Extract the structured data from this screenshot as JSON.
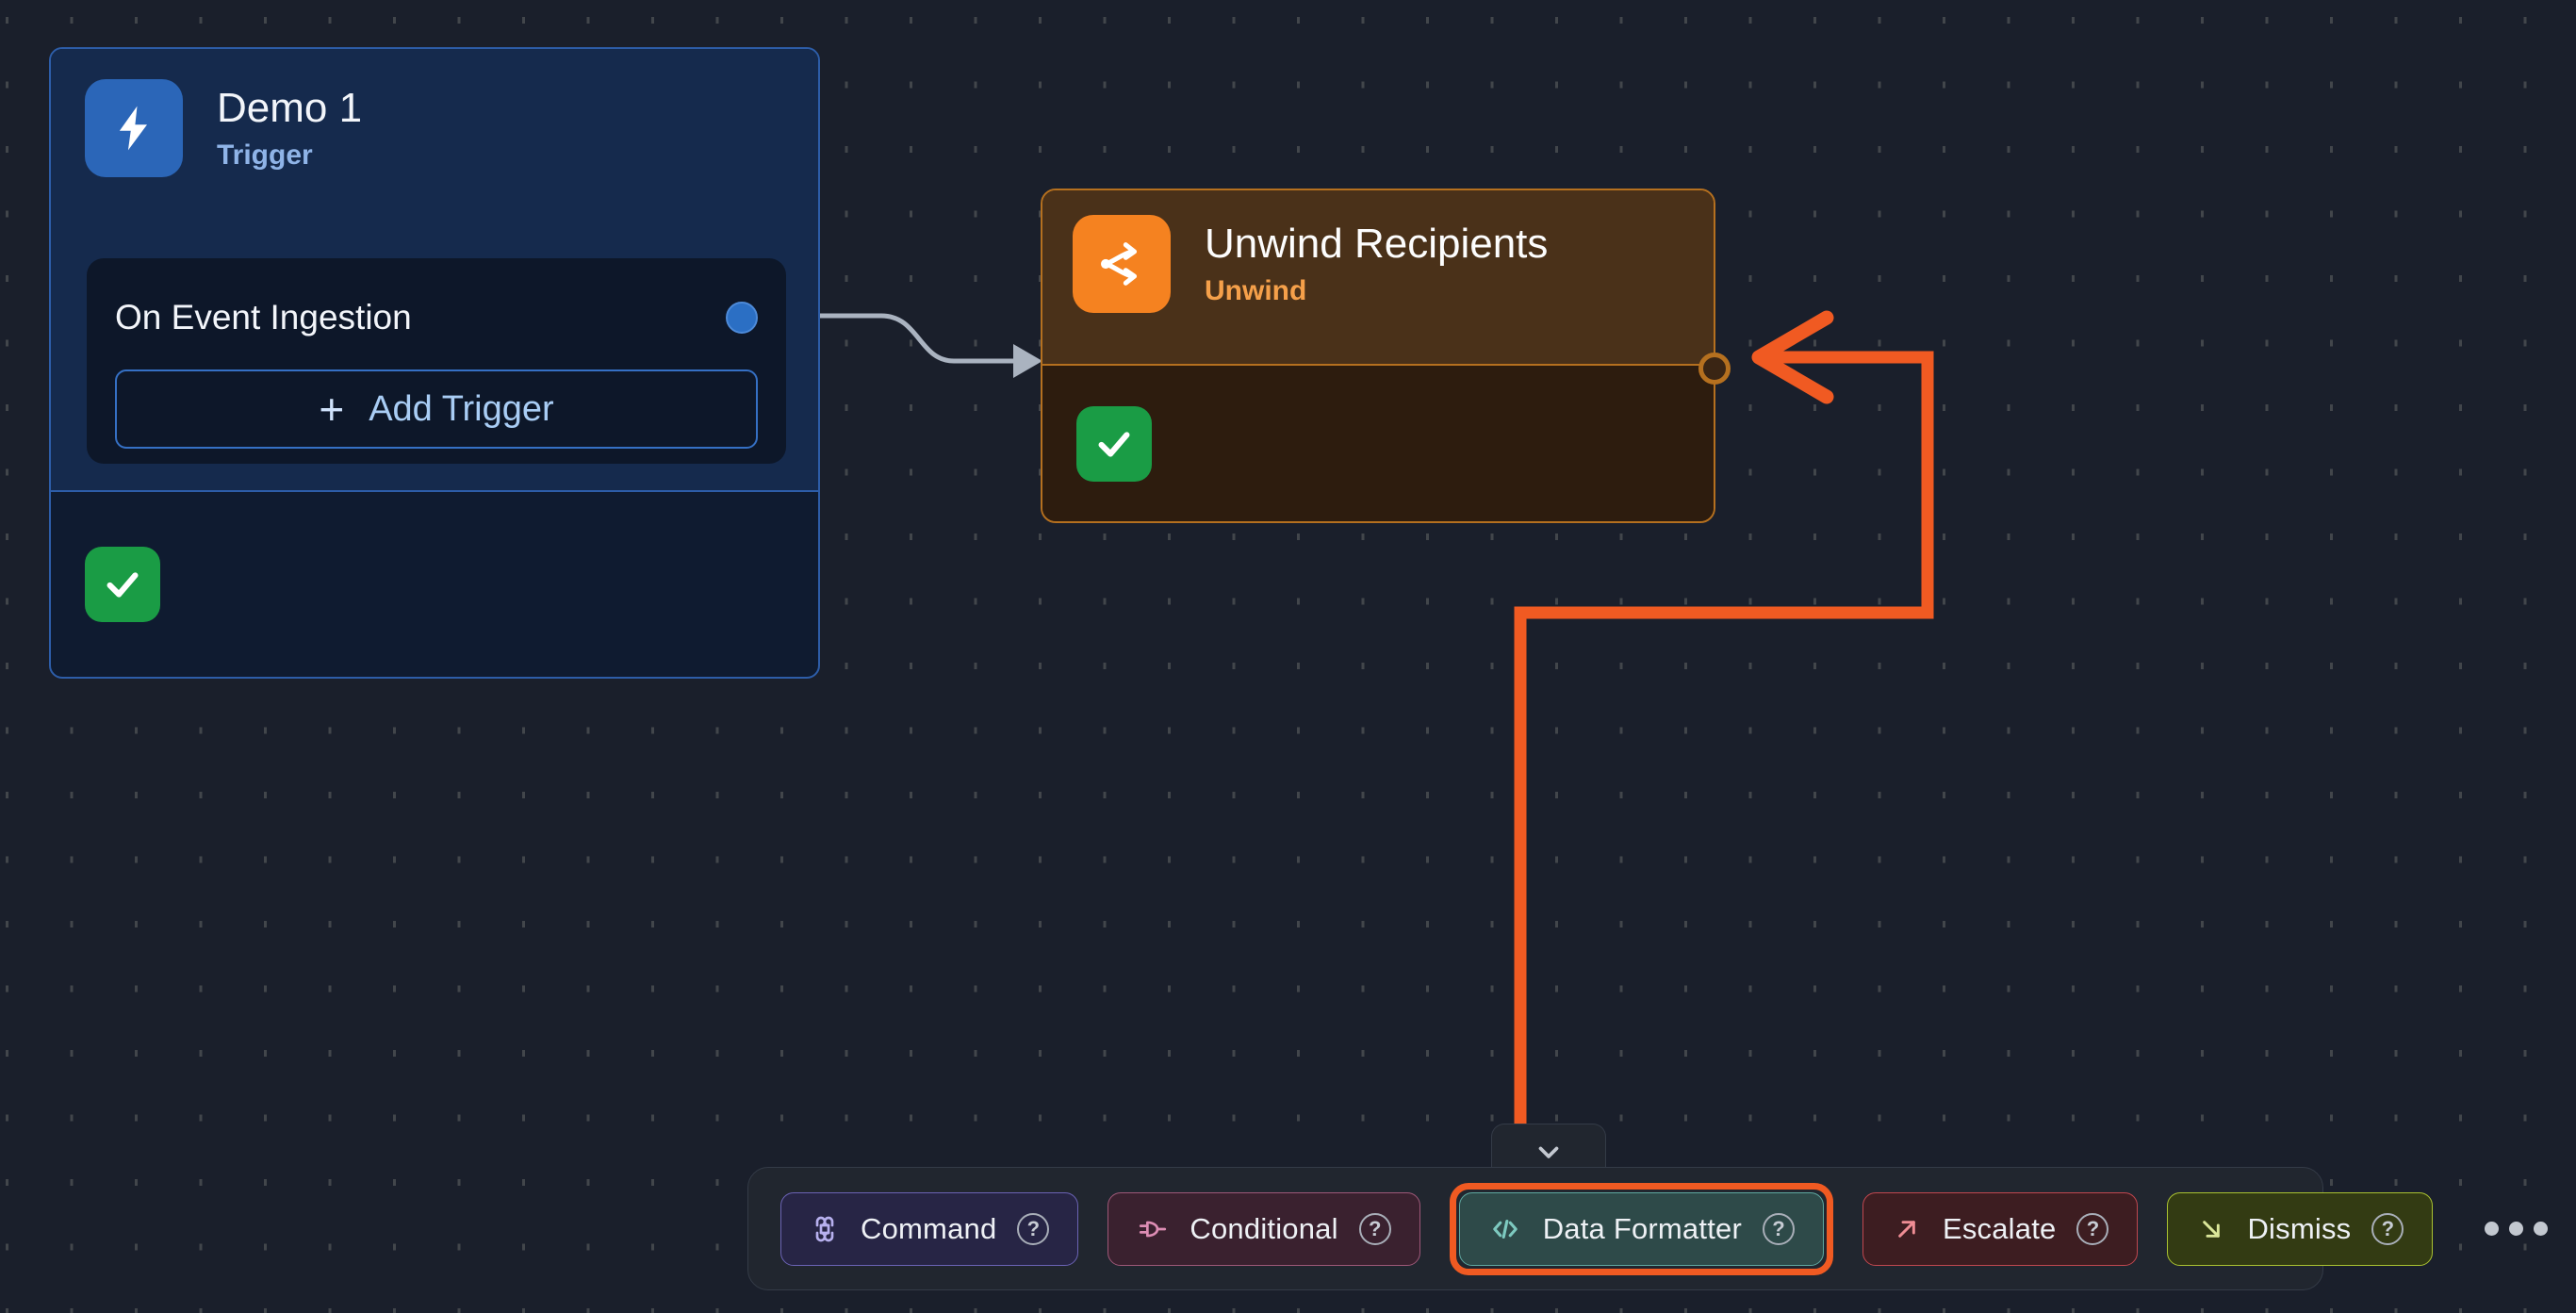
{
  "canvas": {
    "background_color": "#1a1f2b",
    "grid": "dot-grid"
  },
  "nodes": [
    {
      "id": "trigger",
      "title": "Demo 1",
      "subtitle": "Trigger",
      "icon": "lightning-bolt-icon",
      "accent_color": "#2b66b8",
      "border_color": "#2d5da8",
      "body": {
        "row_label": "On Event Ingestion",
        "add_button_label": "Add Trigger",
        "add_button_plus": "+"
      },
      "status": {
        "icon": "check-icon",
        "color": "#1a9c45"
      },
      "output_handle": {
        "name": "output-handle",
        "color": "#2b6fc4"
      }
    },
    {
      "id": "unwind",
      "title": "Unwind Recipients",
      "subtitle": "Unwind",
      "icon": "unwind-branch-icon",
      "accent_color": "#f58220",
      "border_color": "#b5701f",
      "status": {
        "icon": "check-icon",
        "color": "#1a9c45"
      },
      "input_handle": {
        "name": "input-handle",
        "color": "#b5701f"
      }
    }
  ],
  "edges": [
    {
      "name": "trigger-to-unwind-edge",
      "color": "#aab3c0",
      "style": "curved",
      "arrow": "arrowhead-grey"
    },
    {
      "name": "toolbar-to-unwind-edge",
      "color": "#f05a22",
      "style": "orthogonal",
      "arrow": "arrowhead-orange"
    }
  ],
  "toolbar": {
    "collapse_tab": {
      "icon": "chevron-down-icon"
    },
    "buttons": [
      {
        "id": "command",
        "label": "Command",
        "icon": "command-key-icon",
        "icon_glyph": "⌘",
        "help_glyph": "?",
        "background": "#272545",
        "border": "#6b63b5",
        "selected": false
      },
      {
        "id": "conditional",
        "label": "Conditional",
        "icon": "logic-gate-icon",
        "icon_glyph": "",
        "help_glyph": "?",
        "background": "#3a212f",
        "border": "#9e5878",
        "selected": false
      },
      {
        "id": "data-formatter",
        "label": "Data Formatter",
        "icon": "code-brackets-icon",
        "icon_glyph": "‹/›",
        "help_glyph": "?",
        "background": "#2e4a49",
        "border": "#5fa8a0",
        "selected": true,
        "selection_ring_color": "#f05a22"
      },
      {
        "id": "escalate",
        "label": "Escalate",
        "icon": "arrow-up-right-icon",
        "icon_glyph": "↗",
        "help_glyph": "?",
        "background": "#3d1d21",
        "border": "#c0474f",
        "selected": false
      },
      {
        "id": "dismiss",
        "label": "Dismiss",
        "icon": "arrow-down-right-icon",
        "icon_glyph": "↘",
        "help_glyph": "?",
        "background": "#333b13",
        "border": "#aac231",
        "selected": false
      }
    ],
    "more": {
      "name": "more-options-button",
      "icon": "ellipsis-icon"
    }
  }
}
